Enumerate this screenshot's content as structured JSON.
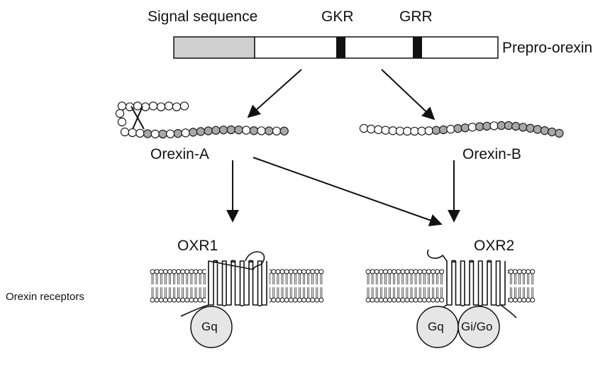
{
  "precursor": {
    "signal_sequence_label": "Signal sequence",
    "site_1_label": "GKR",
    "site_2_label": "GRR",
    "name": "Prepro-orexin"
  },
  "peptides": {
    "a_label": "Orexin-A",
    "b_label": "Orexin-B"
  },
  "receptors": {
    "row_label": "Orexin receptors",
    "r1": {
      "name": "OXR1",
      "g_proteins": [
        "Gq"
      ]
    },
    "r2": {
      "name": "OXR2",
      "g_proteins": [
        "Gq",
        "Gi/Go"
      ]
    }
  },
  "colors": {
    "signal_fill": "#cfcfcf",
    "bead_light": "#ffffff",
    "bead_dark": "#a8a8a8",
    "gprotein_fill": "#e6e6e6",
    "ink": "#111111"
  }
}
